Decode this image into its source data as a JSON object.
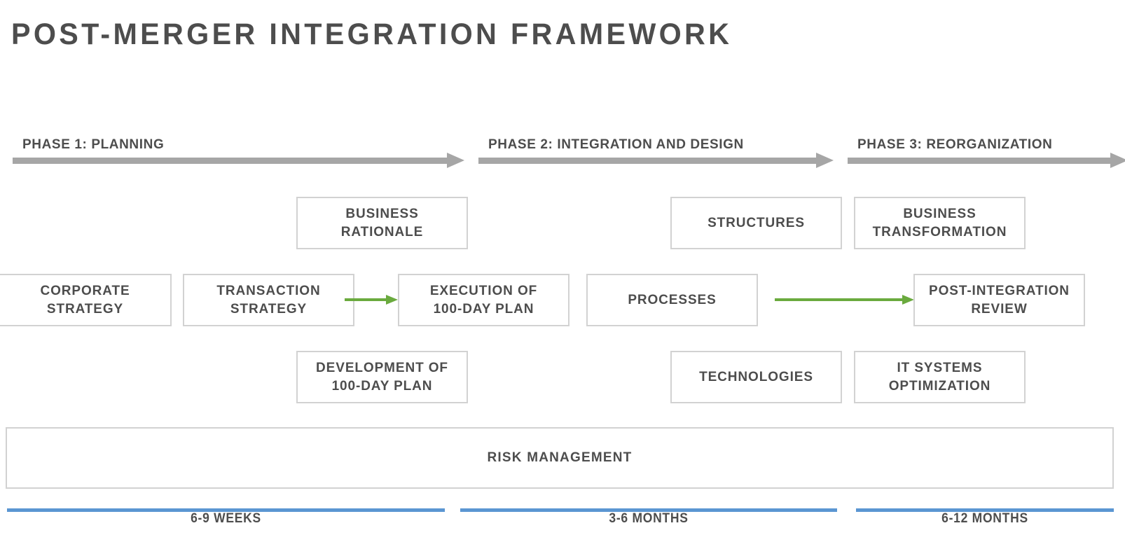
{
  "title": "POST-MERGER INTEGRATION FRAMEWORK",
  "colors": {
    "text": "#4d4d4d",
    "box_border": "#d2d2d2",
    "phase_arrow": "#a6a6a6",
    "connector_green": "#6aaa3e",
    "duration_rule_blue": "#5b96d2",
    "background": "#ffffff"
  },
  "phases": [
    {
      "label": "PHASE 1: PLANNING"
    },
    {
      "label": "PHASE 2: INTEGRATION AND DESIGN"
    },
    {
      "label": "PHASE 3: REORGANIZATION"
    }
  ],
  "boxes": {
    "business_rationale": "BUSINESS\nRATIONALE",
    "business_rationale_line1": "BUSINESS",
    "business_rationale_line2": "RATIONALE",
    "structures": "STRUCTURES",
    "business_transformation_line1": "BUSINESS",
    "business_transformation_line2": "TRANSFORMATION",
    "corporate_strategy_line1": "CORPORATE",
    "corporate_strategy_line2": "STRATEGY",
    "transaction_strategy_line1": "TRANSACTION",
    "transaction_strategy_line2": "STRATEGY",
    "execution_plan_line1": "EXECUTION OF",
    "execution_plan_line2": "100-DAY PLAN",
    "processes": "PROCESSES",
    "post_integration_review_line1": "POST-INTEGRATION",
    "post_integration_review_line2": "REVIEW",
    "development_plan_line1": "DEVELOPMENT OF",
    "development_plan_line2": "100-DAY PLAN",
    "technologies": "TECHNOLOGIES",
    "it_systems_line1": "IT SYSTEMS",
    "it_systems_line2": "OPTIMIZATION"
  },
  "risk_band": {
    "label": "RISK MANAGEMENT"
  },
  "durations": [
    {
      "label": "6-9 WEEKS"
    },
    {
      "label": "3-6 MONTHS"
    },
    {
      "label": "6-12 MONTHS"
    }
  ]
}
